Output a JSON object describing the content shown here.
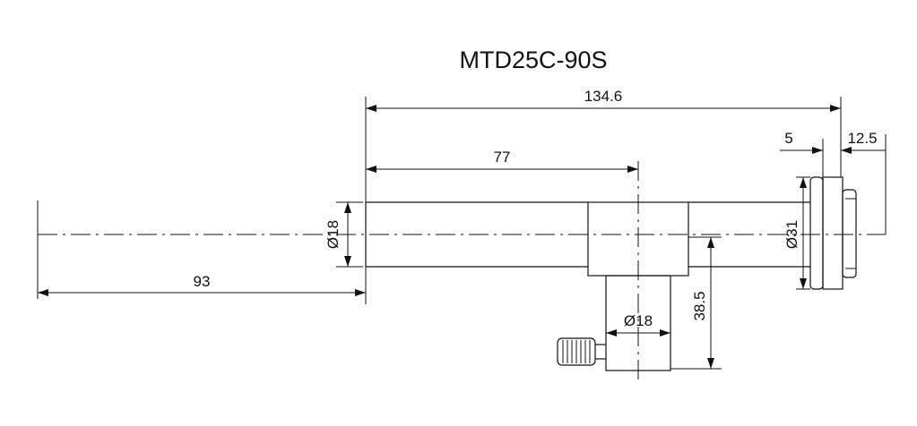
{
  "title": "MTD25C-90S",
  "dimensions": {
    "total_length": "134.6",
    "to_center": "77",
    "end_flange": "5",
    "end_cap": "12.5",
    "rod_diameter": "Ø18",
    "flange_diameter": "Ø31",
    "post_diameter": "Ø18",
    "height": "38.5",
    "rod_extension": "93"
  },
  "colors": {
    "line": "#111111",
    "background": "#ffffff"
  }
}
